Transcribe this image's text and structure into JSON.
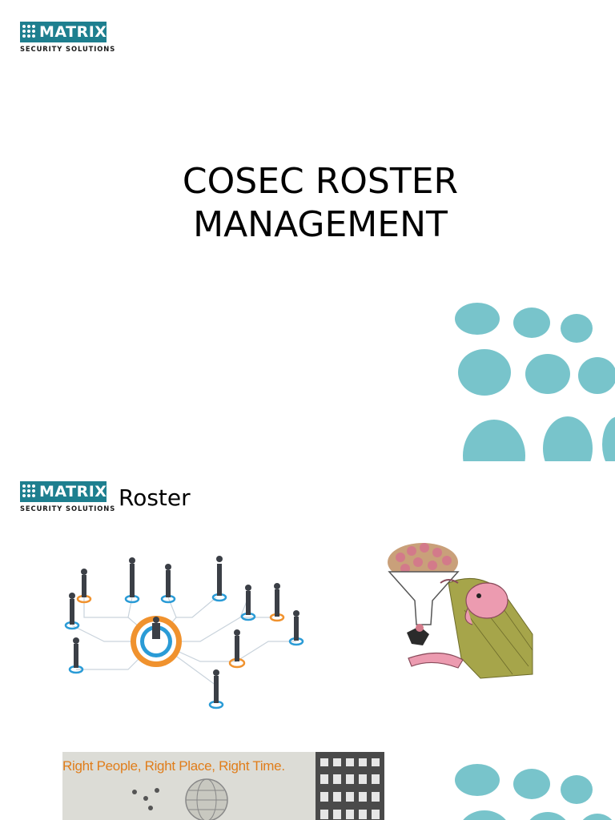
{
  "slide1": {
    "logo": {
      "name": "MATRIX",
      "tagline": "SECURITY SOLUTIONS"
    },
    "title_line1": "COSEC ROSTER",
    "title_line2": "MANAGEMENT"
  },
  "slide2": {
    "logo": {
      "name": "MATRIX",
      "tagline": "SECURITY SOLUTIONS"
    },
    "heading": "Roster",
    "banner_text": "Right People, Right Place, Right Time."
  },
  "colors": {
    "brand_teal": "#1e7f8f",
    "dot_teal": "#78c4cb",
    "banner_orange": "#e07d1a",
    "node_orange": "#f0922e",
    "node_blue": "#2a9bd6"
  },
  "icons": [
    "matrix-logo",
    "network-people-illustration",
    "funnel-man-illustration",
    "globe-icon",
    "building-icon"
  ]
}
